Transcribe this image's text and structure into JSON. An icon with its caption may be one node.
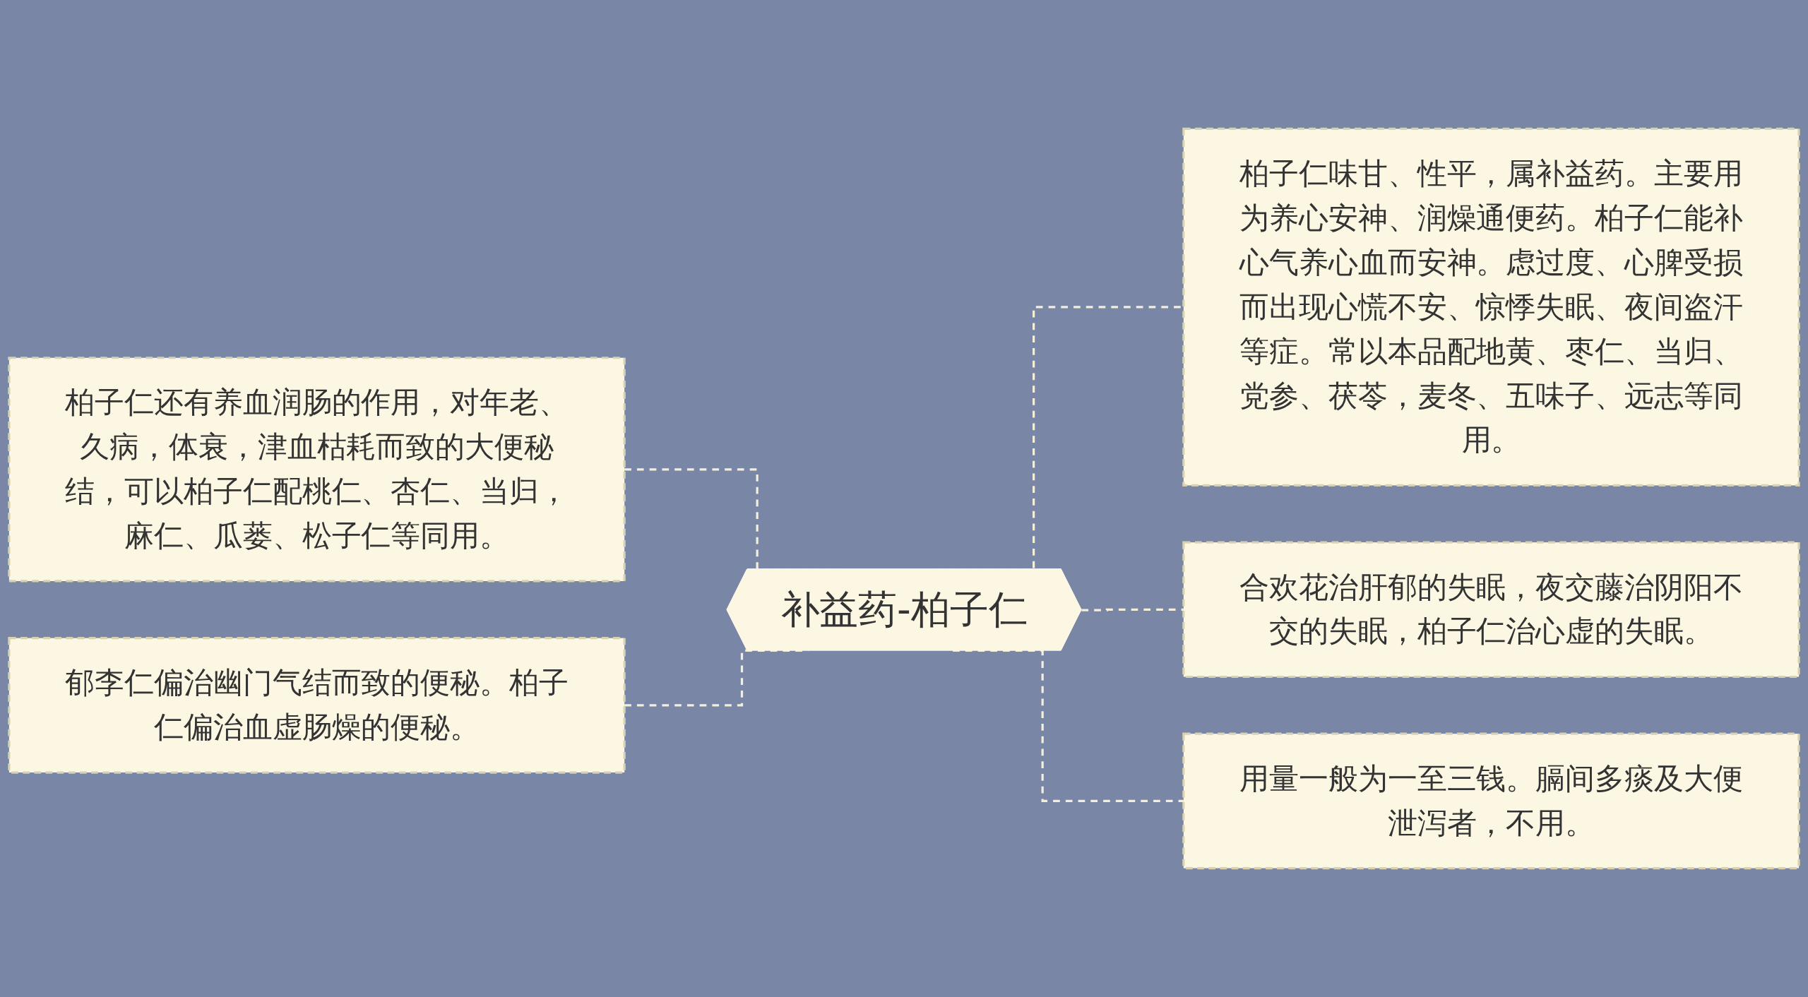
{
  "diagram": {
    "nodes": [
      {
        "text": [
          "补益药-柏子仁"
        ]
      },
      {
        "text": [
          "柏子仁还有养血润肠的作用，对年老、久病，体衰，津血枯耗而致的大便秘结，可以柏子仁配桃仁、杏仁、当归，麻仁、瓜蒌、松子仁等同用。"
        ]
      },
      {
        "text": [
          "郁李仁偏治幽门气结而致的便秘。柏子仁偏治血虚肠燥的便秘。"
        ]
      },
      {
        "text": [
          "柏子仁味甘、性平，属补益药。主要用为养心安神、润燥通便药。柏子仁能补心气养心血而安神。虑过度、心脾受损而出现心慌不安、惊悸失眠、夜间盗汗等症。常以本品配地黄、枣仁、当归、党参、茯苓，麦冬、五味子、远志等同用。"
        ]
      },
      {
        "text": [
          "合欢花治肝郁的失眠，夜交藤治阴阳不交的失眠，柏子仁治心虚的失眠。"
        ]
      },
      {
        "text": [
          "用量一般为一至三钱。膈间多痰及大便泄泻者，不用。"
        ]
      }
    ],
    "edges": [
      {
        "from": 1,
        "to": 0,
        "arrow": "none",
        "style": "dashed"
      },
      {
        "from": 2,
        "to": 0,
        "arrow": "none",
        "style": "dashed"
      },
      {
        "from": 0,
        "to": 3,
        "arrow": "none",
        "style": "dashed"
      },
      {
        "from": 0,
        "to": 4,
        "arrow": "none",
        "style": "dashed"
      },
      {
        "from": 0,
        "to": 5,
        "arrow": "none",
        "style": "dashed"
      }
    ]
  }
}
